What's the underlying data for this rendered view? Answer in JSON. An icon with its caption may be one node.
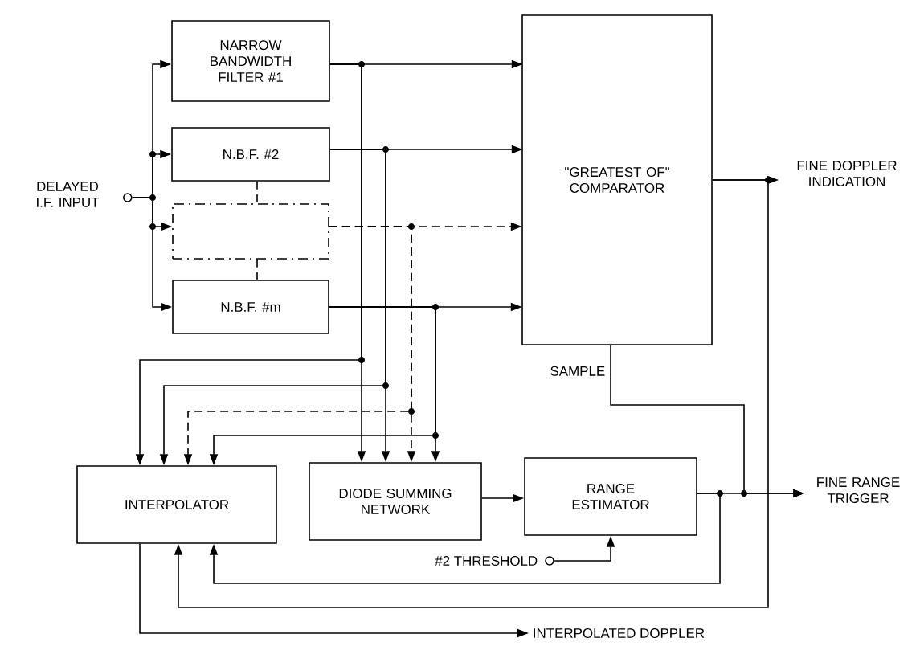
{
  "diagram": {
    "nodes": [
      {
        "text": [
          "DELAYED I.F. INPUT"
        ]
      },
      {
        "text": [
          "NARROW BANDWIDTH FILTER #1"
        ]
      },
      {
        "text": [
          "N.B.F. #2"
        ]
      },
      {
        "text": [],
        "shape": "box"
      },
      {
        "text": [
          "N.B.F. #m"
        ]
      },
      {
        "text": [
          "\"GREATEST OF\" COMPARATOR"
        ]
      },
      {
        "text": [
          "FINE DOPPLER INDICATION"
        ]
      },
      {
        "text": [
          "INTERPOLATOR"
        ]
      },
      {
        "text": [
          "DIODE SUMMING NETWORK"
        ]
      },
      {
        "text": [
          "RANGE ESTIMATOR"
        ]
      },
      {
        "text": [
          "FINE RANGE TRIGGER"
        ]
      },
      {
        "text": [
          "INTERPOLATED DOPPLER"
        ]
      },
      {
        "text": [
          "#2 THRESHOLD"
        ]
      }
    ],
    "edges": [
      {
        "from": 0,
        "to": 1,
        "arrow": "to"
      },
      {
        "from": 0,
        "to": 2,
        "arrow": "to"
      },
      {
        "from": 0,
        "to": 3,
        "arrow": "to"
      },
      {
        "from": 0,
        "to": 4,
        "arrow": "to"
      },
      {
        "from": 1,
        "to": 5,
        "arrow": "to"
      },
      {
        "from": 2,
        "to": 5,
        "arrow": "to"
      },
      {
        "from": 3,
        "to": 5,
        "arrow": "to",
        "style": "dashed"
      },
      {
        "from": 4,
        "to": 5,
        "arrow": "to"
      },
      {
        "from": 2,
        "to": 3,
        "arrow": "none",
        "style": "dashed"
      },
      {
        "from": 3,
        "to": 4,
        "arrow": "none",
        "style": "dashed"
      },
      {
        "from": 1,
        "to": 8,
        "arrow": "to"
      },
      {
        "from": 2,
        "to": 8,
        "arrow": "to"
      },
      {
        "from": 3,
        "to": 8,
        "arrow": "to",
        "style": "dashed"
      },
      {
        "from": 4,
        "to": 8,
        "arrow": "to"
      },
      {
        "from": 1,
        "to": 7,
        "arrow": "to"
      },
      {
        "from": 2,
        "to": 7,
        "arrow": "to"
      },
      {
        "from": 3,
        "to": 7,
        "arrow": "to",
        "style": "dashed"
      },
      {
        "from": 4,
        "to": 7,
        "arrow": "to"
      },
      {
        "from": 8,
        "to": 9,
        "arrow": "to"
      },
      {
        "from": 9,
        "to": 10,
        "arrow": "to"
      },
      {
        "from": 5,
        "to": 6,
        "arrow": "to"
      },
      {
        "from": 5,
        "to": 10,
        "arrow": "to",
        "label": "SAMPLE"
      },
      {
        "from": 5,
        "to": 7,
        "arrow": "to"
      },
      {
        "from": 9,
        "to": 7,
        "arrow": "to"
      },
      {
        "from": 7,
        "to": 11,
        "arrow": "to"
      },
      {
        "from": 12,
        "to": 9,
        "arrow": "to"
      }
    ]
  }
}
